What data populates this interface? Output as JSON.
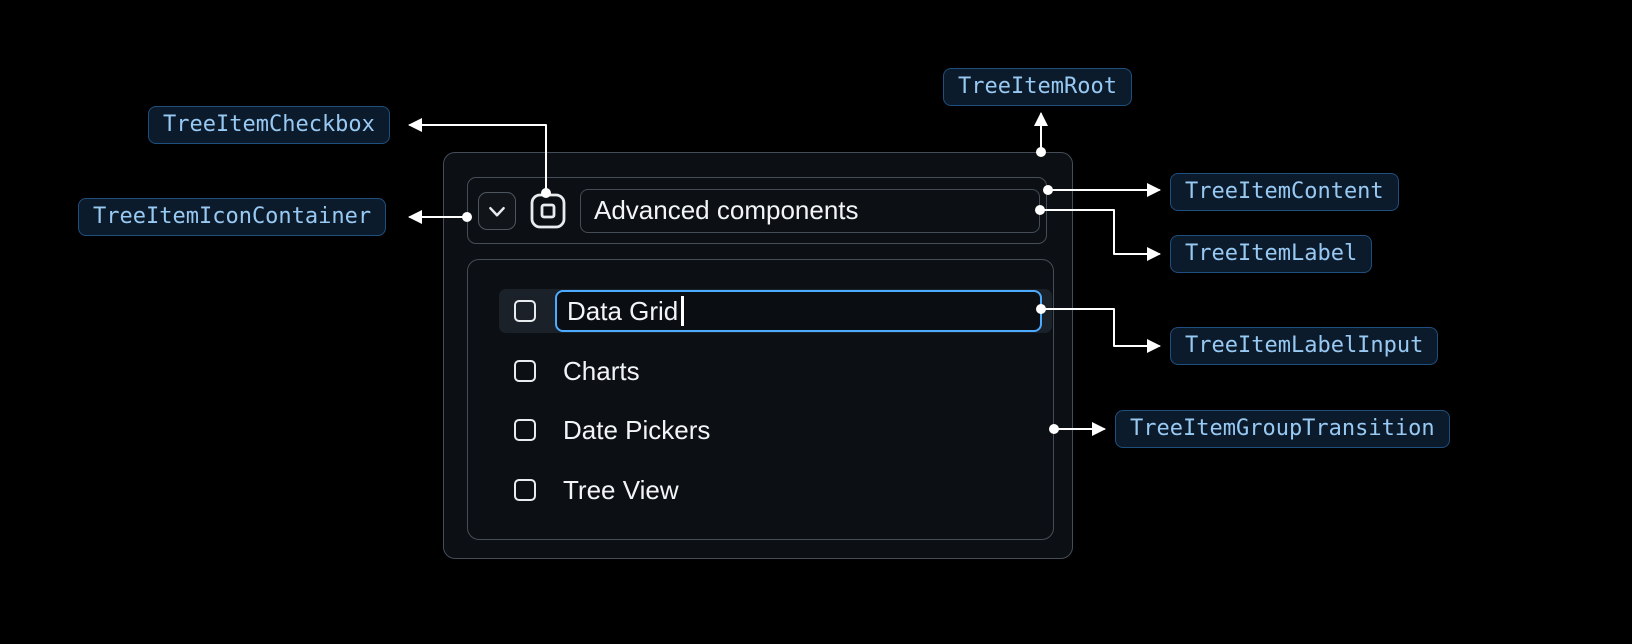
{
  "annotations": {
    "root": "TreeItemRoot",
    "checkbox": "TreeItemCheckbox",
    "icon_container": "TreeItemIconContainer",
    "content": "TreeItemContent",
    "label": "TreeItemLabel",
    "label_input": "TreeItemLabelInput",
    "group_transition": "TreeItemGroupTransition"
  },
  "tree": {
    "parent_label": "Advanced components",
    "input_value": "Data Grid",
    "items": [
      {
        "label": "Charts"
      },
      {
        "label": "Date Pickers"
      },
      {
        "label": "Tree View"
      }
    ]
  },
  "icons": {
    "expand": "chevron-down-icon",
    "parent_checkbox": "indeterminate-checkbox-icon",
    "item_checkbox": "checkbox-unchecked-icon"
  },
  "colors": {
    "background": "#000000",
    "annotation_text": "#98c9f3",
    "annotation_border": "#1f4f7d",
    "annotation_bg": "#0c1b2b",
    "component_border": "#454e58",
    "input_border": "#4dabff",
    "arrow": "#ffffff"
  }
}
